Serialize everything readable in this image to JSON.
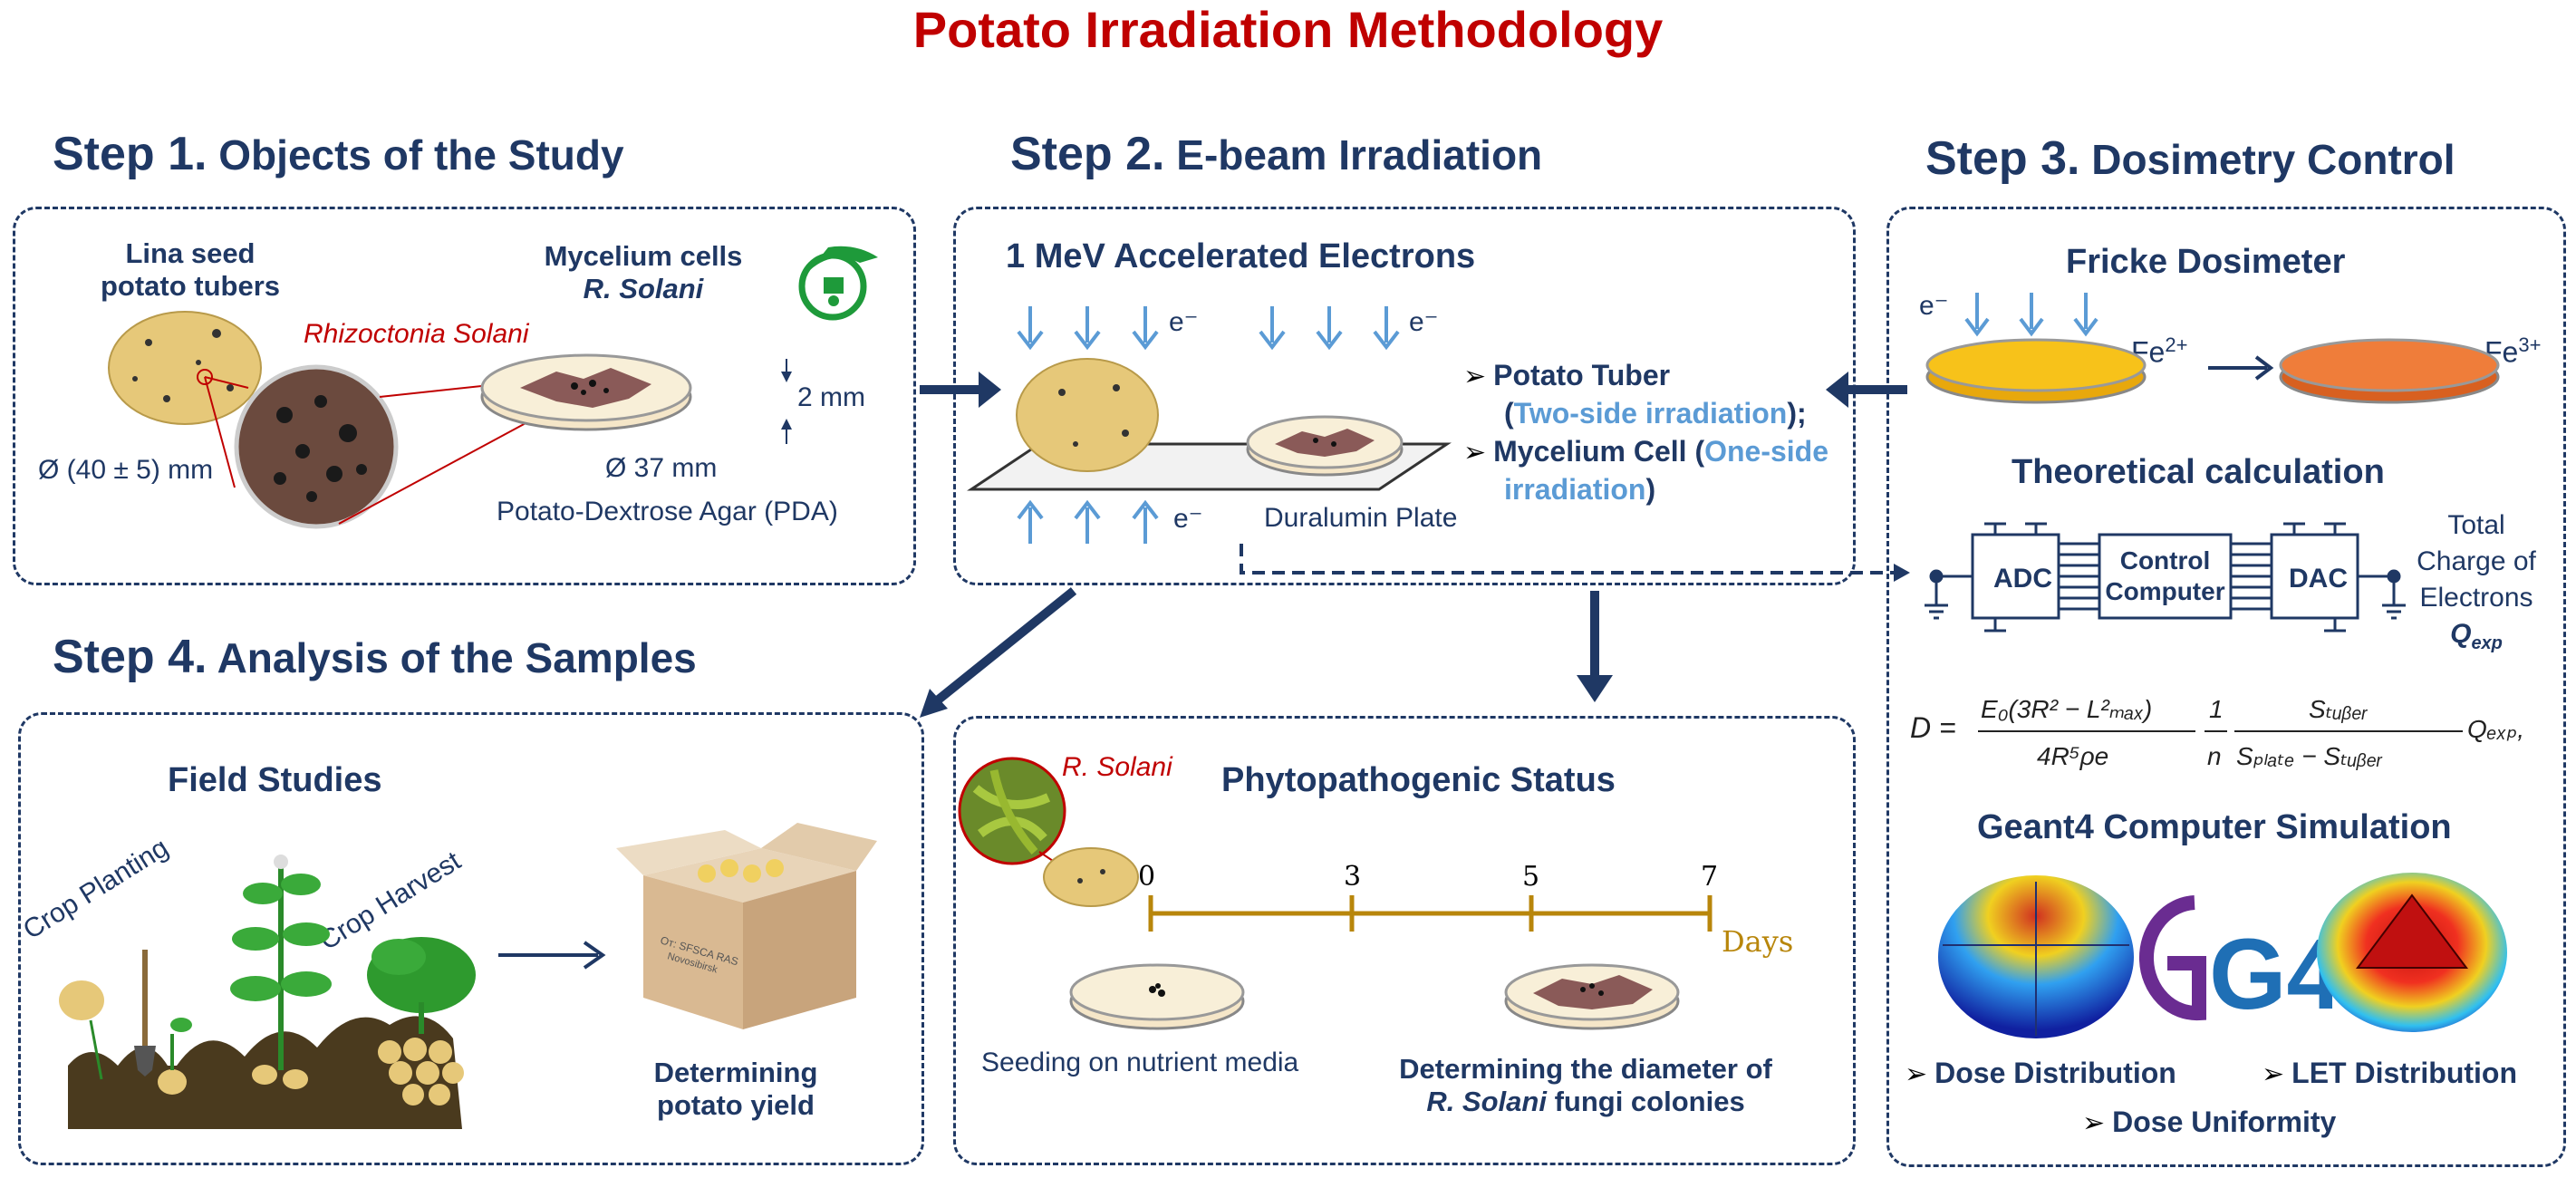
{
  "title": "Potato Irradiation Methodology",
  "step1": {
    "num": "Step 1.",
    "name": "Objects of the Study",
    "tubers_label_1": "Lina seed",
    "tubers_label_2": "potato tubers",
    "mycelium_label_1": "Mycelium cells",
    "mycelium_label_2": "R. Solani",
    "rhizoctonia": "Rhizoctonia Solani",
    "tuber_diameter": "Ø (40 ± 5) mm",
    "dish_diameter": "Ø 37 mm",
    "thickness": "2 mm",
    "medium": "Potato-Dextrose Agar (PDA)"
  },
  "step2": {
    "num": "Step 2.",
    "name": "E-beam Irradiation",
    "subtitle": "1 MeV Accelerated Electrons",
    "electron": "e⁻",
    "plate": "Duralumin Plate",
    "bullet1_a": "Potato Tuber",
    "bullet1_b": "(",
    "bullet1_c": "Two-side irradiation",
    "bullet1_d": ");",
    "bullet2_a": "Mycelium Cell (",
    "bullet2_b": "One-side",
    "bullet2_c": "irradiation",
    "bullet2_d": ")"
  },
  "step3": {
    "num": "Step 3.",
    "name": "Dosimetry Control",
    "fricke": "Fricke Dosimeter",
    "fe2": "Fe",
    "fe2_sup": "2+",
    "fe3": "Fe",
    "fe3_sup": "3+",
    "theory": "Theoretical calculation",
    "adc": "ADC",
    "control_1": "Control",
    "control_2": "Computer",
    "dac": "DAC",
    "total_1": "Total",
    "total_2": "Charge of",
    "total_3": "Electrons",
    "qexp": "Q",
    "qexp_sub": "exp",
    "geant": "Geant4 Computer Simulation",
    "g4": "G4",
    "dose_dist": "Dose Distribution",
    "let_dist": "LET Distribution",
    "dose_unif": "Dose Uniformity"
  },
  "step4": {
    "num": "Step 4.",
    "name": "Analysis of the Samples",
    "field": "Field Studies",
    "planting": "Crop Planting",
    "harvest": "Crop Harvest",
    "box_1": "От: SFSCA RAS",
    "box_2": "Novosibirsk",
    "yield_1": "Determining",
    "yield_2": "potato yield",
    "phyto": "Phytopathogenic Status",
    "rsolani": "R. Solani",
    "ticks": [
      "0",
      "3",
      "5",
      "7"
    ],
    "days": "Days",
    "seeding": "Seeding on nutrient media",
    "diam_1": "Determining the diameter of",
    "diam_2": "R. Solani",
    "diam_3": " fungi colonies"
  },
  "colors": {
    "navy": "#1f3864",
    "red": "#c00000",
    "blue": "#5b9bd5",
    "gold": "#b8860b"
  },
  "icons": [
    "down-arrow-icon",
    "right-arrow-icon",
    "bullet-arrow-icon",
    "ground-icon",
    "sfsca-logo"
  ]
}
